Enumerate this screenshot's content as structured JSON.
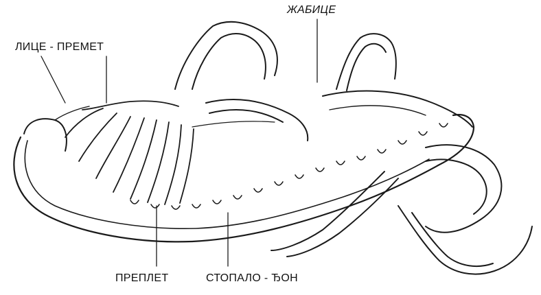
{
  "labels": {
    "face_vamp": "ЛИЦЕ - ПРЕМЕТ",
    "straps": "ЖАБИЦЕ",
    "weave": "ПРЕПЛЕТ",
    "sole": "СТОПАЛО - ЂОН"
  },
  "colors": {
    "ink": "#1a1a1a",
    "paper": "#ffffff"
  }
}
